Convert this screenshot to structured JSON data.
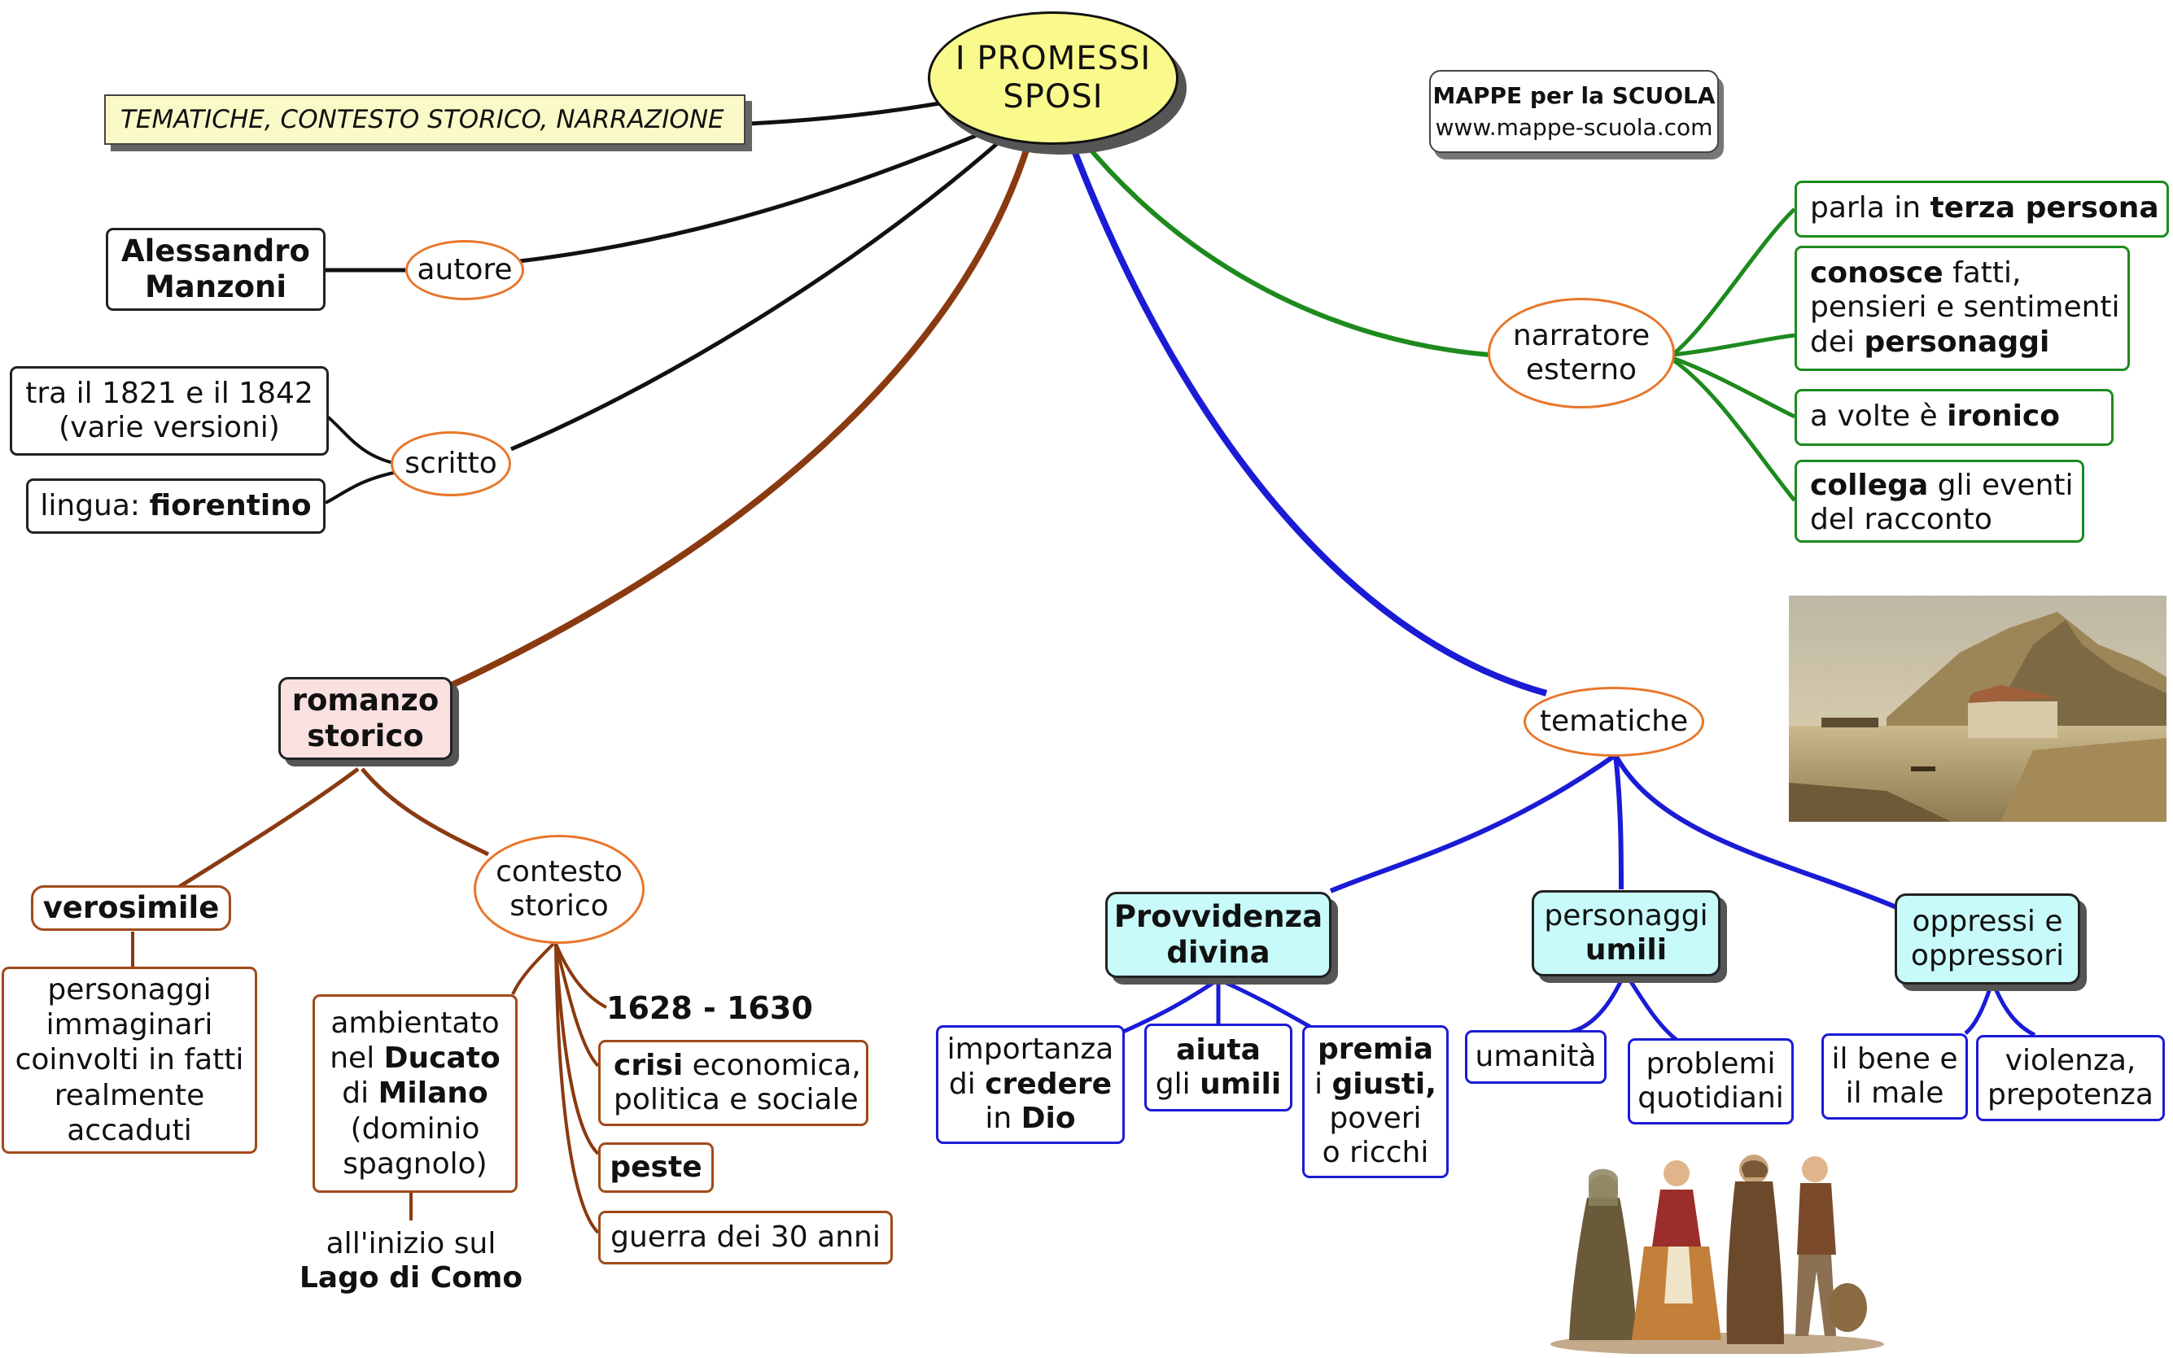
{
  "title": {
    "line1": "I PROMESSI",
    "line2": "SPOSI"
  },
  "subtitle": "TEMATICHE, CONTESTO STORICO, NARRAZIONE",
  "brand": {
    "name": "MAPPE per la SCUOLA",
    "url": "www.mappe-scuola.com"
  },
  "autore": {
    "label": "autore",
    "name_line1": "Alessandro",
    "name_line2": "Manzoni"
  },
  "scritto": {
    "label": "scritto",
    "period_line1": "tra il 1821 e il 1842",
    "period_line2": "(varie versioni)",
    "lang_prefix": "lingua: ",
    "lang_bold": "fiorentino"
  },
  "narratore": {
    "label_line1": "narratore",
    "label_line2": "esterno",
    "n1_pre": "parla in ",
    "n1_bold": "terza persona",
    "n2_bold1": "conosce",
    "n2_text1": " fatti,",
    "n2_line2": "pensieri e sentimenti",
    "n2_pre3": "dei ",
    "n2_bold3": "personaggi",
    "n3_pre": "a volte è ",
    "n3_bold": "ironico",
    "n4_bold": "collega",
    "n4_text1": " gli eventi",
    "n4_line2": "del racconto"
  },
  "romanzo": {
    "line1": "romanzo",
    "line2": "storico"
  },
  "verosimile": {
    "label": "verosimile",
    "desc": [
      "personaggi",
      "immaginari",
      "coinvolti in fatti",
      "realmente",
      "accaduti"
    ]
  },
  "contesto": {
    "label_line1": "contesto",
    "label_line2": "storico",
    "ambientato": {
      "l1": "ambientato",
      "l2_pre": "nel ",
      "l2_bold": "Ducato",
      "l3_pre": "di ",
      "l3_bold": "Milano",
      "l4": "(dominio",
      "l5": "spagnolo)"
    },
    "lago": {
      "l1": "all'inizio sul",
      "l2": "Lago di Como"
    },
    "anni": "1628 - 1630",
    "crisi": {
      "bold": "crisi",
      "l1_rest": " economica,",
      "l2": "politica e sociale"
    },
    "peste": "peste",
    "guerra": "guerra dei 30 anni"
  },
  "tematiche": {
    "label": "tematiche",
    "provvidenza": {
      "l1": "Provvidenza",
      "l2": "divina",
      "importanza": {
        "l1": "importanza",
        "l2_pre": "di ",
        "l2_bold": "credere",
        "l3_pre": "in ",
        "l3_bold": "Dio"
      },
      "aiuta": {
        "l1": "aiuta",
        "l2_pre": "gli ",
        "l2_bold": "umili"
      },
      "premia": {
        "l1": "premia",
        "l2_pre": "i ",
        "l2_bold": "giusti,",
        "l3": "poveri",
        "l4": "o ricchi"
      }
    },
    "personaggi": {
      "l1": "personaggi",
      "l2": "umili",
      "umanita": "umanità",
      "problemi": {
        "l1": "problemi",
        "l2": "quotidiani"
      }
    },
    "oppressi": {
      "l1": "oppressi e",
      "l2": "oppressori",
      "bene": {
        "l1": "il bene e",
        "l2": "il male"
      },
      "violenza": {
        "l1": "violenza,",
        "l2": "prepotenza"
      }
    }
  },
  "colors": {
    "green": "#1e8a1e",
    "blue": "#1b1bd6",
    "brown": "#8a3a10",
    "orange": "#e8762a",
    "title_fill": "#fafa8c",
    "subtitle_fill": "#fafac8",
    "romanzo_fill": "#fbe0e0",
    "tematiche_fill": "#c8fafa"
  },
  "images": [
    "lake-painting-image",
    "characters-illustration-image"
  ]
}
